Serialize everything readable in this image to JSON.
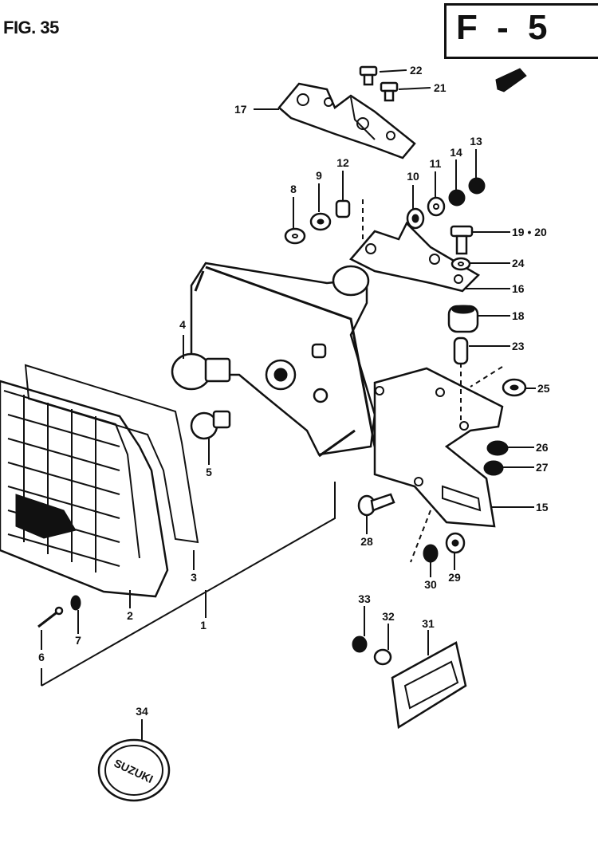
{
  "figure": {
    "title": "FIG. 35",
    "section_code": "F - 5"
  },
  "callouts": [
    {
      "id": "c1",
      "label": "1"
    },
    {
      "id": "c2",
      "label": "2"
    },
    {
      "id": "c3",
      "label": "3"
    },
    {
      "id": "c4",
      "label": "4"
    },
    {
      "id": "c5",
      "label": "5"
    },
    {
      "id": "c6",
      "label": "6"
    },
    {
      "id": "c7",
      "label": "7"
    },
    {
      "id": "c8",
      "label": "8"
    },
    {
      "id": "c9",
      "label": "9"
    },
    {
      "id": "c10",
      "label": "10"
    },
    {
      "id": "c11",
      "label": "11"
    },
    {
      "id": "c12",
      "label": "12"
    },
    {
      "id": "c13",
      "label": "13"
    },
    {
      "id": "c14",
      "label": "14"
    },
    {
      "id": "c15",
      "label": "15"
    },
    {
      "id": "c16",
      "label": "16"
    },
    {
      "id": "c17",
      "label": "17"
    },
    {
      "id": "c18",
      "label": "18"
    },
    {
      "id": "c19",
      "label": "19 • 20"
    },
    {
      "id": "c21",
      "label": "21"
    },
    {
      "id": "c22",
      "label": "22"
    },
    {
      "id": "c23",
      "label": "23"
    },
    {
      "id": "c24",
      "label": "24"
    },
    {
      "id": "c25",
      "label": "25"
    },
    {
      "id": "c26",
      "label": "26"
    },
    {
      "id": "c27",
      "label": "27"
    },
    {
      "id": "c28",
      "label": "28"
    },
    {
      "id": "c29",
      "label": "29"
    },
    {
      "id": "c30",
      "label": "30"
    },
    {
      "id": "c31",
      "label": "31"
    },
    {
      "id": "c32",
      "label": "32"
    },
    {
      "id": "c33",
      "label": "33"
    },
    {
      "id": "c34",
      "label": "34"
    }
  ],
  "logo_text": "SUZUKI"
}
